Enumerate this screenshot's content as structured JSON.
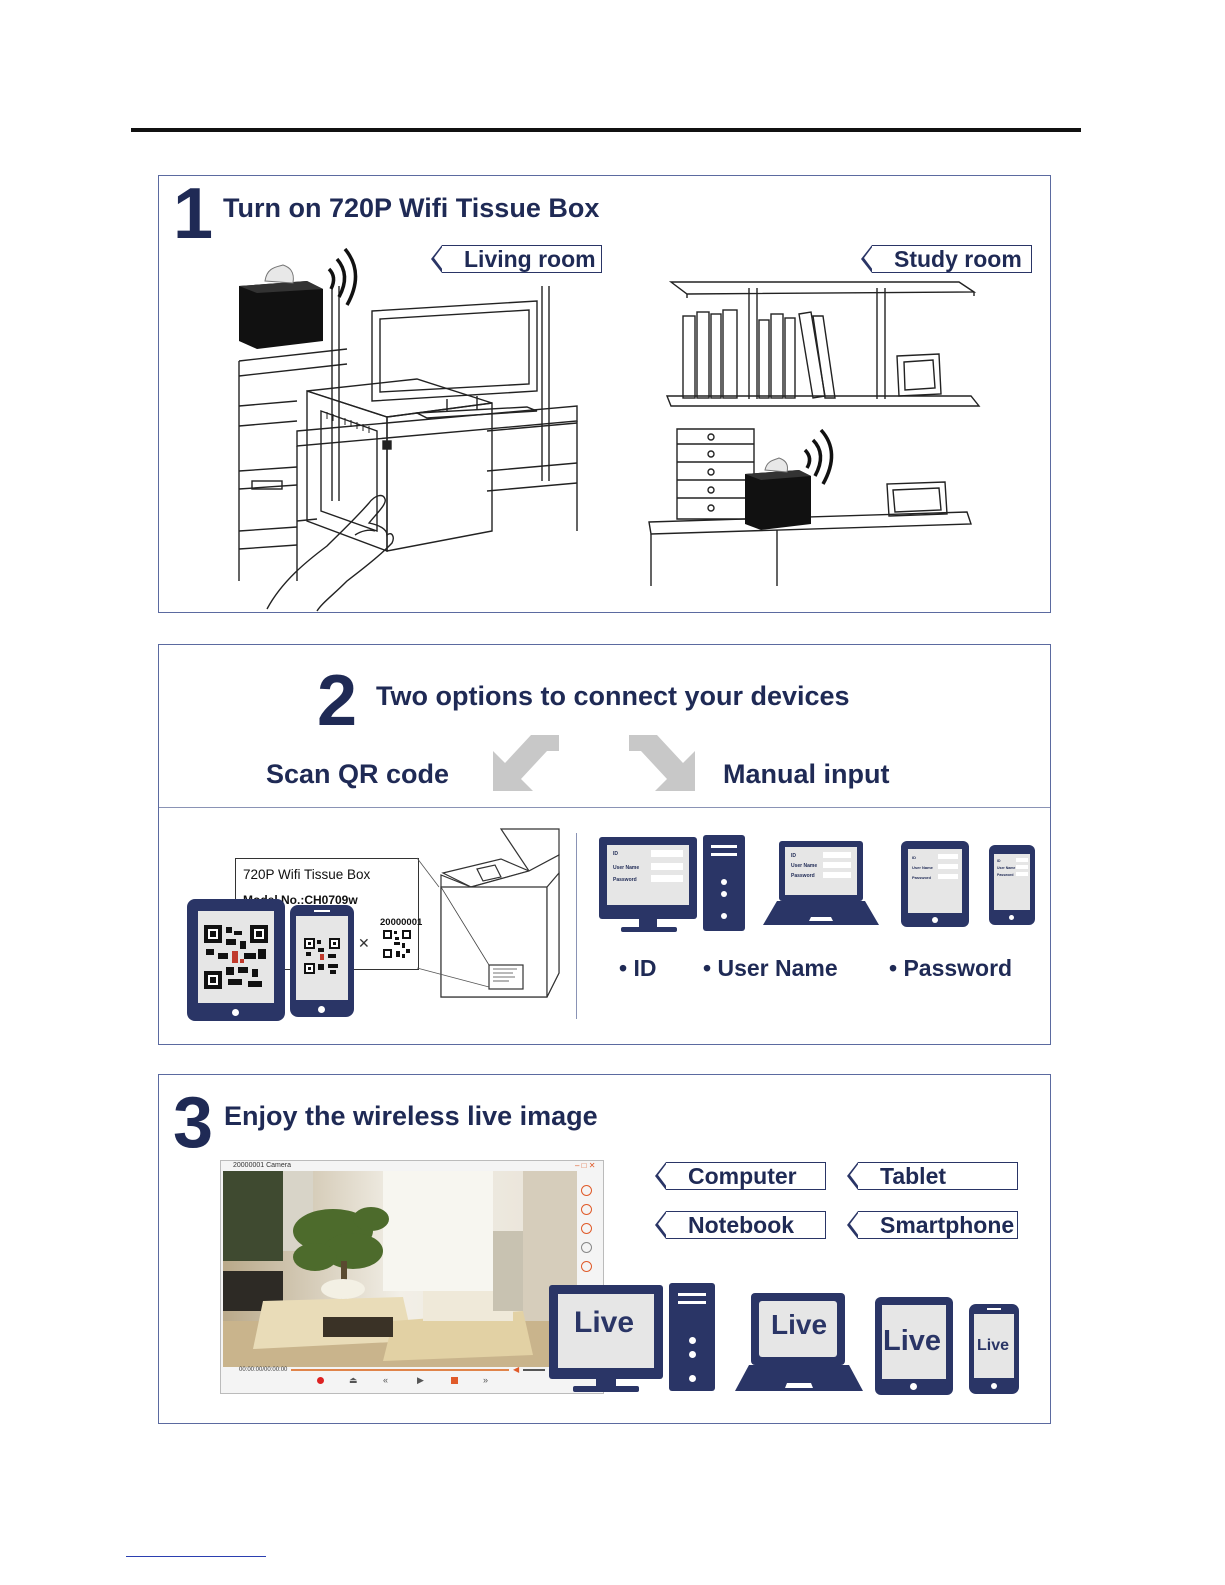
{
  "step1": {
    "number": "1",
    "title": "Turn on 720P Wifi Tissue Box",
    "tags": {
      "living_room": "Living room",
      "study_room": "Study room"
    }
  },
  "step2": {
    "number": "2",
    "title": "Two options to connect your devices",
    "option_qr": "Scan QR code",
    "option_manual": "Manual input",
    "label_card": {
      "title": "720P Wifi Tissue Box",
      "model": "Model No.:CH0709w",
      "serial": "20000001"
    },
    "form_fields": {
      "id": "ID",
      "user": "User Name",
      "password": "Password"
    },
    "bullets": [
      "ID",
      "User Name",
      "Password"
    ]
  },
  "step3": {
    "number": "3",
    "title": "Enjoy the wireless live image",
    "tags": [
      "Computer",
      "Tablet",
      "Notebook",
      "Smartphone"
    ],
    "player": {
      "title": "20000001 Camera",
      "time": "00:00:00/00:00:00"
    },
    "live_label": "Live"
  },
  "colors": {
    "navy": "#2a3566",
    "text": "#1f2a55",
    "screen": "#e6e6e6",
    "arrow": "#c8c8c8"
  }
}
